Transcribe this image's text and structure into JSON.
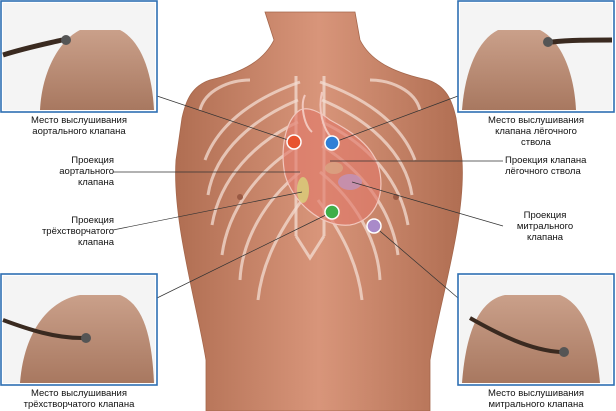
{
  "labels": {
    "aortic_auscultation": [
      "Место выслушивания",
      "аортального клапана"
    ],
    "pulmonary_auscultation": [
      "Место выслушивания",
      "клапана лёгочного",
      "ствола"
    ],
    "aortic_projection": [
      "Проекция",
      "аортального",
      "клапана"
    ],
    "pulmonary_projection": [
      "Проекция клапана",
      "лёгочного ствола"
    ],
    "tricuspid_projection": [
      "Проекция",
      "трёхстворчатого",
      "клапана"
    ],
    "mitral_projection": [
      "Проекция",
      "митрального",
      "клапана"
    ],
    "tricuspid_auscultation": [
      "Место выслушивания",
      "трёхстворчатого клапана"
    ],
    "mitral_auscultation": [
      "Место выслушивания",
      "митрального клапана"
    ]
  },
  "colors": {
    "aortic_dot": "#e8532f",
    "pulmonary_dot": "#2f7fd6",
    "tricuspid_dot": "#3fae49",
    "mitral_dot": "#a98ac9",
    "frame": "#2f6fb3",
    "skin": "#c98467"
  }
}
